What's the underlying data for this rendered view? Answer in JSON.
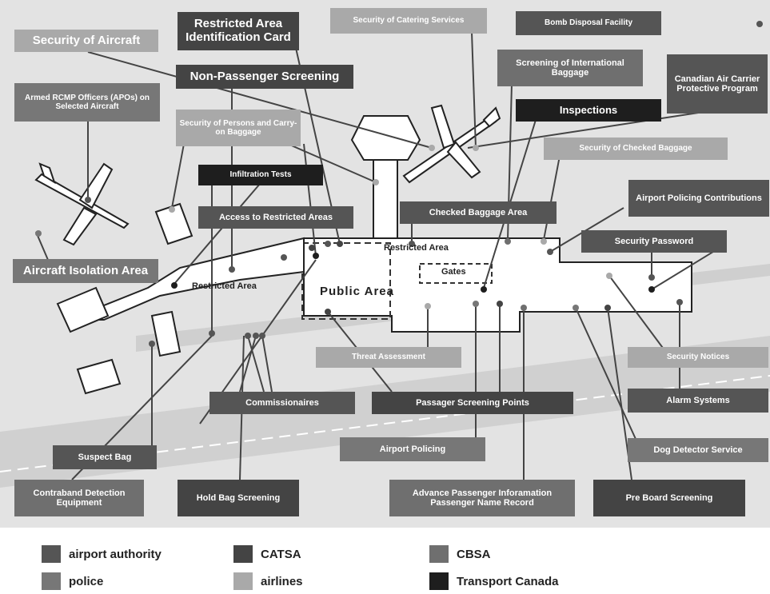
{
  "colors": {
    "airport_authority": "#555555",
    "catsa": "#444444",
    "cbsa": "#6f6f6f",
    "police": "#777777",
    "airlines": "#a9a9a9",
    "transport_canada": "#1e1e1e"
  },
  "labels": {
    "restricted_area_id_card": "Restricted Area Identification Card",
    "security_catering": "Security of Catering Services",
    "bomb_disposal": "Bomb Disposal Facility",
    "security_aircraft": "Security of Aircraft",
    "non_passenger_screening": "Non-Passenger Screening",
    "screening_international_baggage": "Screening of International Baggage",
    "canadian_air_carrier": "Canadian Air Carrier Protective Program",
    "armed_rcmp": "Armed RCMP Officers (APOs) on Selected Aircraft",
    "security_persons": "Security of Persons and Carry-on Baggage",
    "inspections": "Inspections",
    "security_checked_baggage": "Security of Checked Baggage",
    "infiltration_tests": "Infiltration Tests",
    "airport_policing_contributions": "Airport Policing Contributions",
    "access_restricted_areas": "Access to Restricted Areas",
    "checked_baggage_area": "Checked Baggage Area",
    "security_password": "Security Password",
    "aircraft_isolation_area": "Aircraft Isolation Area",
    "threat_assessment": "Threat Assessment",
    "security_notices": "Security Notices",
    "commissionaires": "Commissionaires",
    "passenger_screening_points": "Passager Screening Points",
    "alarm_systems": "Alarm Systems",
    "airport_policing": "Airport Policing",
    "dog_detector": "Dog Detector Service",
    "suspect_bag": "Suspect Bag",
    "contraband_detection": "Contraband Detection Equipment",
    "hold_bag_screening": "Hold Bag Screening",
    "advance_passenger_info": "Advance Passenger Inforamation Passenger Name Record",
    "pre_board_screening": "Pre Board Screening"
  },
  "areas": {
    "restricted_area_left": "Restricted Area",
    "restricted_area_top": "Restricted Area",
    "gates": "Gates",
    "public_area": "Public Area"
  },
  "legend": [
    {
      "label": "airport authority",
      "color": "#555555"
    },
    {
      "label": "police",
      "color": "#777777"
    },
    {
      "label": "CATSA",
      "color": "#444444"
    },
    {
      "label": "airlines",
      "color": "#a9a9a9"
    },
    {
      "label": "CBSA",
      "color": "#6f6f6f"
    },
    {
      "label": "Transport Canada",
      "color": "#1e1e1e"
    }
  ]
}
